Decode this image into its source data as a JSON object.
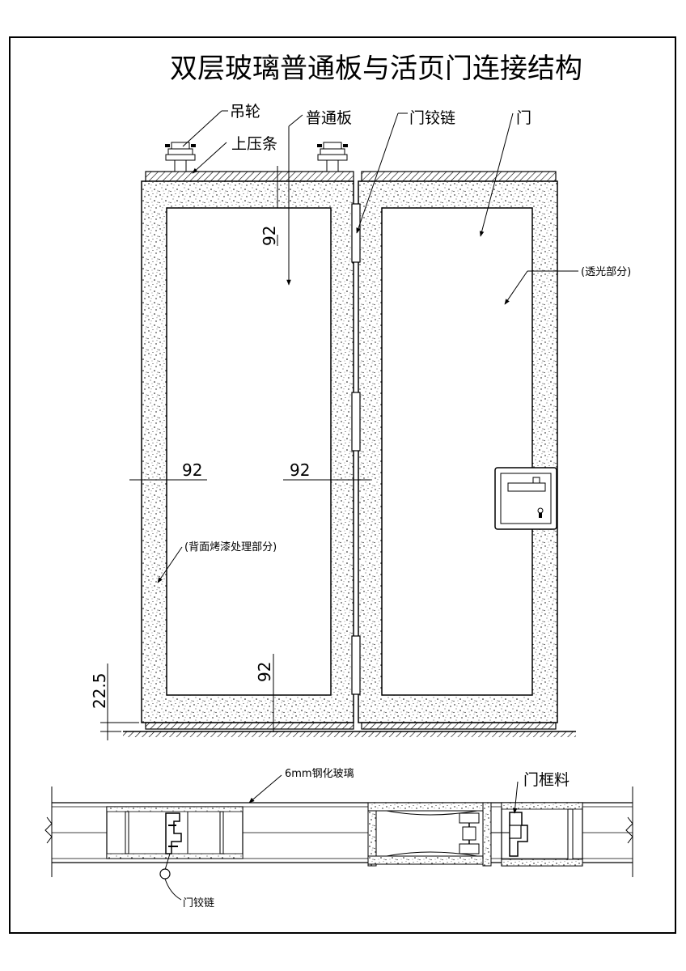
{
  "title": "双层玻璃普通板与活页门连接结构",
  "labels": {
    "hanging_wheel": "吊轮",
    "top_strip": "上压条",
    "plain_panel": "普通板",
    "door_hinge_top": "门铰链",
    "door": "门",
    "translucent": "(透光部分)",
    "back_painted": "(背面烤漆处理部分)",
    "glass": "6mm钢化玻璃",
    "door_frame": "门框料",
    "door_hinge_bottom": "门铰链"
  },
  "dimensions": {
    "top_frame": "92",
    "left_side": "92",
    "mid_side": "92",
    "bottom_frame": "92",
    "floor_gap": "22.5"
  },
  "colors": {
    "line": "#000000",
    "fill": "#ffffff"
  }
}
